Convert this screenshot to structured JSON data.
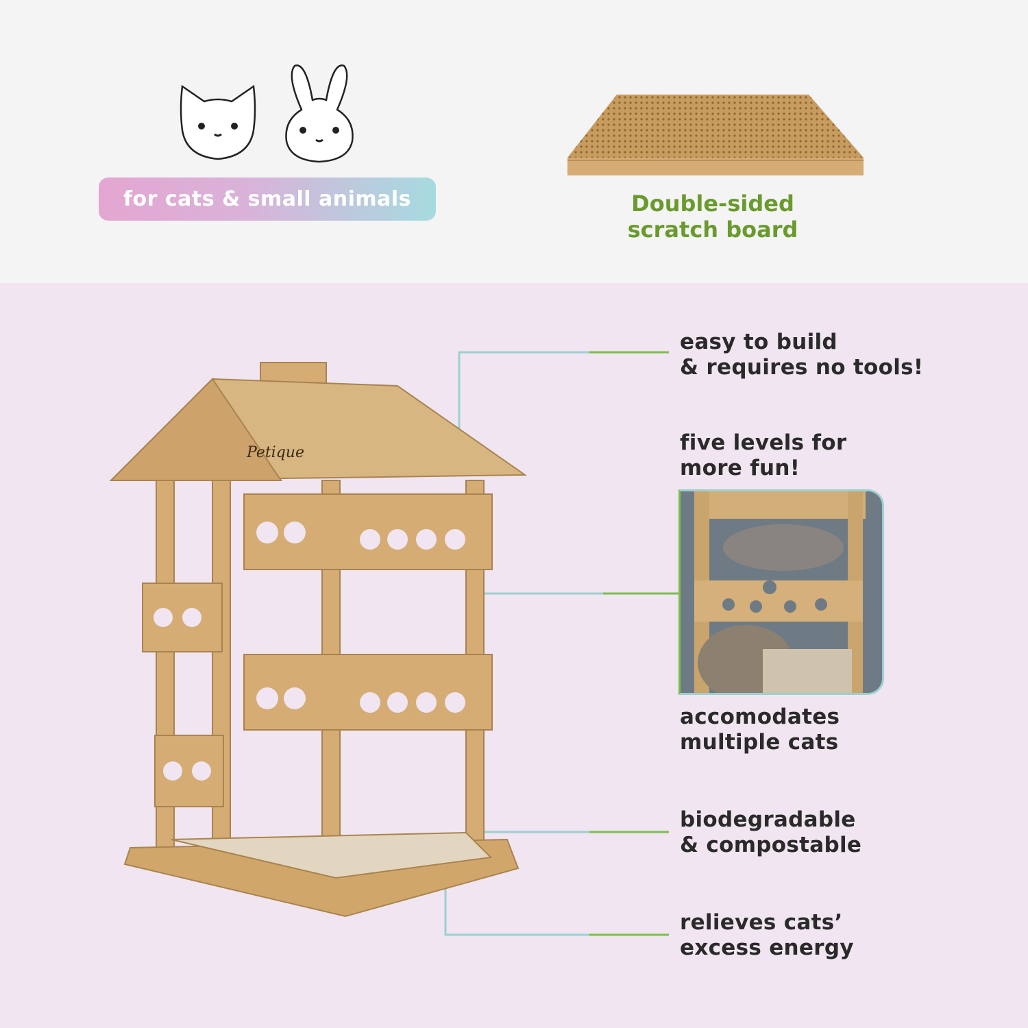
{
  "top_panel": {
    "icons": [
      "cat-face-icon",
      "rabbit-face-icon"
    ],
    "animals_badge": "for cats & small animals",
    "scratch_board": {
      "line1": "Double-sided",
      "line2": "scratch board"
    }
  },
  "features": [
    {
      "line1": "easy to build",
      "line2": "& requires no tools!"
    },
    {
      "line1": "five levels for",
      "line2": "more fun!"
    },
    {
      "line1": "accomodates",
      "line2": "multiple cats"
    },
    {
      "line1": "biodegradable",
      "line2": "& compostable"
    },
    {
      "line1": "relieves cats’",
      "line2": "excess energy"
    }
  ],
  "product": {
    "brand_mark": "Petique"
  },
  "colors": {
    "top_bg": "#f4f4f4",
    "bottom_bg": "#f0e5f0",
    "accent_green": "#6a9a2e",
    "line_teal": "#9cd0cf",
    "cardboard": "#d4ac74"
  }
}
